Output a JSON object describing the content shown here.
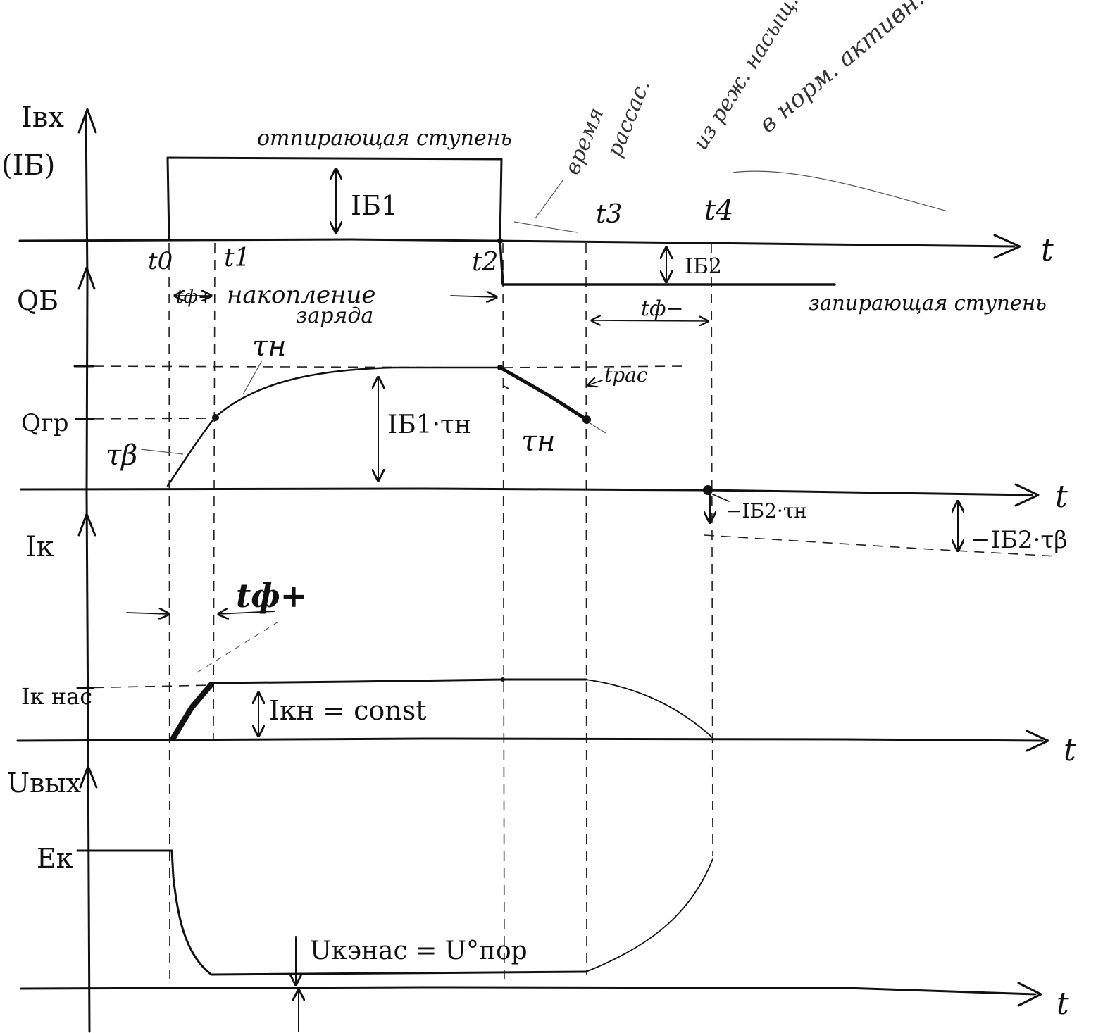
{
  "axes": {
    "ib_axis_label": "Iвх",
    "ib_axis_sublabel": "(IБ)",
    "qb_axis_label": "QБ",
    "ik_axis_label": "Iк",
    "uout_axis_label": "Uвых",
    "t_label": "t"
  },
  "time_marks": {
    "t0": "t0",
    "t1": "t1",
    "t2": "t2",
    "t3": "t3",
    "t4": "t4"
  },
  "base_current": {
    "unlock_step": "отпирающая ступень",
    "lock_step": "запирающая ступень",
    "ib1": "IБ1",
    "ib2": "IБ2",
    "tf_plus": "tф+",
    "accumulation_line1": "накопление",
    "accumulation_line2": "заряда",
    "tf_minus": "tф−"
  },
  "charge": {
    "q_gr": "Qгр",
    "tau_n_top": "τн",
    "tau_b": "τβ",
    "ib1_tau": "IБ1·τн",
    "t_ras": "tрас",
    "tau_n_fall": "τн",
    "ib2_tau_n": "−IБ2·τн",
    "ib2_tau_b": "−IБ2·τβ"
  },
  "collector": {
    "tf_plus_big": "tф+",
    "ik_sat": "Iк нас",
    "ikn_const": "Iкн = const"
  },
  "output": {
    "ek": "Eк",
    "uke_sat": "Uкэнас = U°пор"
  },
  "notes": {
    "line1": "время",
    "line2": "рассас.",
    "line3": "из реж. насыщ.",
    "line4": "в норм. активн."
  }
}
